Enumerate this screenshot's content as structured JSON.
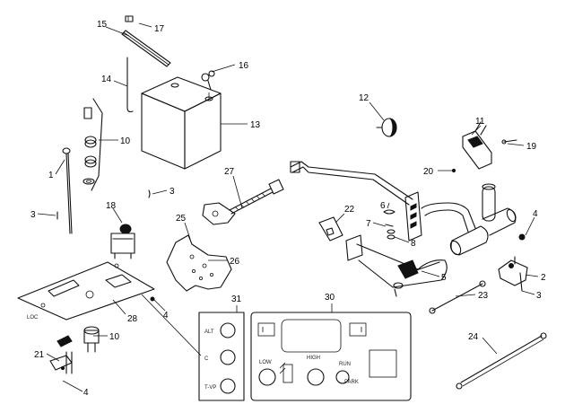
{
  "callouts": {
    "c1": "1",
    "c2": "2",
    "c3a": "3",
    "c3b": "3",
    "c3c": "3",
    "c4a": "4",
    "c4b": "4",
    "c4c": "4",
    "c5": "5",
    "c6": "6",
    "c7": "7",
    "c8": "8",
    "c10a": "10",
    "c10b": "10",
    "c11": "11",
    "c12": "12",
    "c13": "13",
    "c14": "14",
    "c15": "15",
    "c16": "16",
    "c17": "17",
    "c18": "18",
    "c19": "19",
    "c20": "20",
    "c21": "21",
    "c22": "22",
    "c23": "23",
    "c24": "24",
    "c25": "25",
    "c26": "26",
    "c27": "27",
    "c28": "28",
    "c30": "30",
    "c31": "31"
  },
  "panel31": {
    "label_top": "ALT",
    "label_mid": "C",
    "label_bottom": "T-VP"
  },
  "panel30": {
    "label_left": "LOW",
    "label_mid": "HIGH",
    "label_right": "RUN",
    "label_far": "PARK"
  },
  "plate28": {
    "tag": "LOC"
  }
}
